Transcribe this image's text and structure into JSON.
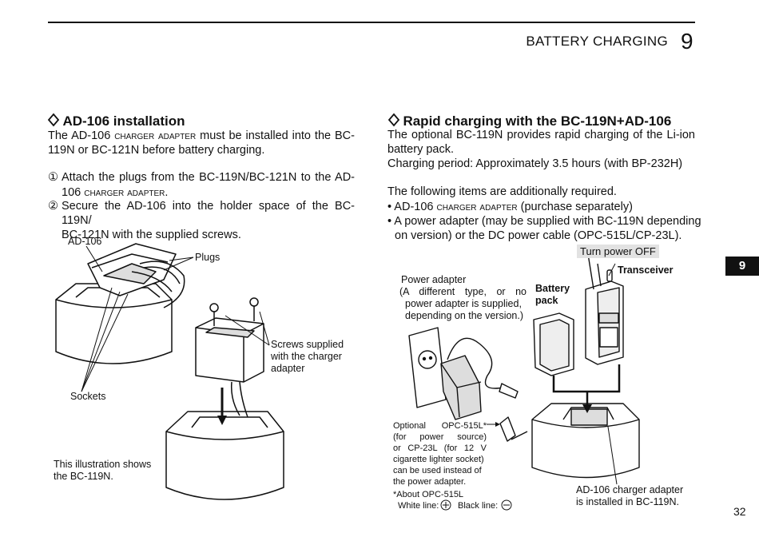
{
  "header": {
    "section_title": "BATTERY CHARGING",
    "section_number": "9"
  },
  "left": {
    "heading": "AD-106 installation",
    "intro": {
      "a": "The AD-106 ",
      "sc": "charger adapter",
      "b": " must be installed into the BC-",
      "line2": "119N or BC-121N before battery charging."
    },
    "step1": {
      "marker": "①",
      "line1": "Attach the plugs from the BC-119N/BC-121N to the AD-",
      "line2a": "106 ",
      "line2sc": "charger adapter",
      "line2b": "."
    },
    "step2": {
      "marker": "②",
      "line1": "Secure the AD-106 into the holder space of the BC-119N/",
      "line2": "BC-121N with the supplied screws."
    },
    "figure": {
      "label_ad106": "AD-106",
      "label_plugs": "Plugs",
      "label_screws": [
        "Screws supplied",
        "with the charger",
        "adapter"
      ],
      "label_sockets": "Sockets",
      "caption": [
        "This illustration shows",
        "the BC-119N."
      ]
    }
  },
  "right": {
    "heading": "Rapid charging with the BC-119N+AD-106",
    "intro_line1": "The optional BC-119N provides rapid charging of the Li-ion",
    "intro_line2": "battery pack.",
    "period": "Charging period: Approximately 3.5 hours (with BP-232H)",
    "required": "The following items are additionally required.",
    "bullet1": {
      "a": "• AD-106 ",
      "sc": "charger adapter",
      "b": " (purchase separately)"
    },
    "bullet2": {
      "line1": "• A power adapter (may be supplied with BC-119N depending",
      "line2": "on version) or the DC power cable (OPC-515L/CP-23L)."
    },
    "figure": {
      "turn_power_off": "Turn power OFF",
      "transceiver": "Transceiver",
      "battery_pack": [
        "Battery",
        "pack"
      ],
      "power_adapter": [
        "Power adapter",
        "(A different type, or no",
        "power adapter is supplied,",
        "depending on the version.)"
      ],
      "optional": [
        "Optional OPC-515L*",
        "(for power source)",
        "or CP-23L (for 12 V",
        "cigarette lighter socket)",
        "can be used instead of",
        "the power adapter."
      ],
      "about": "*About OPC-515L",
      "white_line": "White line:",
      "black_line": "Black line:",
      "ad106_caption": [
        "AD-106 charger adapter",
        "is installed in BC-119N."
      ]
    }
  },
  "side_tab": "9",
  "page_number": "32"
}
